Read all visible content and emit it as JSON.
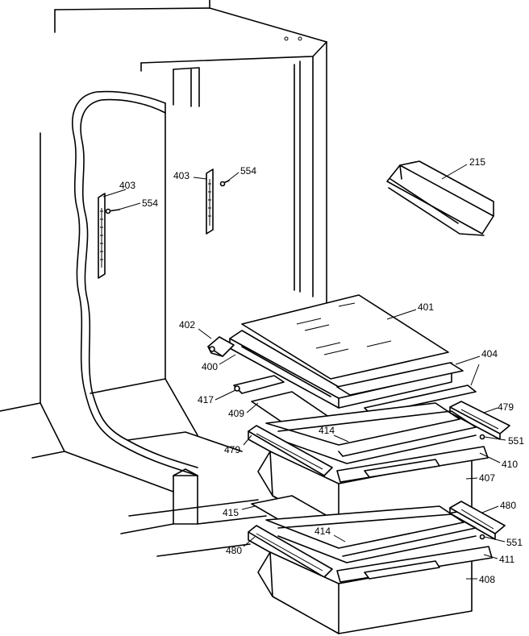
{
  "parts": [
    {
      "id": "p215",
      "number": "215"
    },
    {
      "id": "p403a",
      "number": "403"
    },
    {
      "id": "p554a",
      "number": "554"
    },
    {
      "id": "p403b",
      "number": "403"
    },
    {
      "id": "p554b",
      "number": "554"
    },
    {
      "id": "p401",
      "number": "401"
    },
    {
      "id": "p402",
      "number": "402"
    },
    {
      "id": "p400",
      "number": "400"
    },
    {
      "id": "p404",
      "number": "404"
    },
    {
      "id": "p417",
      "number": "417"
    },
    {
      "id": "p409",
      "number": "409"
    },
    {
      "id": "p479a",
      "number": "479"
    },
    {
      "id": "p414a",
      "number": "414"
    },
    {
      "id": "p479b",
      "number": "479"
    },
    {
      "id": "p551a",
      "number": "551"
    },
    {
      "id": "p410",
      "number": "410"
    },
    {
      "id": "p407",
      "number": "407"
    },
    {
      "id": "p415",
      "number": "415"
    },
    {
      "id": "p480a",
      "number": "480"
    },
    {
      "id": "p414b",
      "number": "414"
    },
    {
      "id": "p551b",
      "number": "551"
    },
    {
      "id": "p480b",
      "number": "480"
    },
    {
      "id": "p411",
      "number": "411"
    },
    {
      "id": "p408",
      "number": "408"
    }
  ]
}
